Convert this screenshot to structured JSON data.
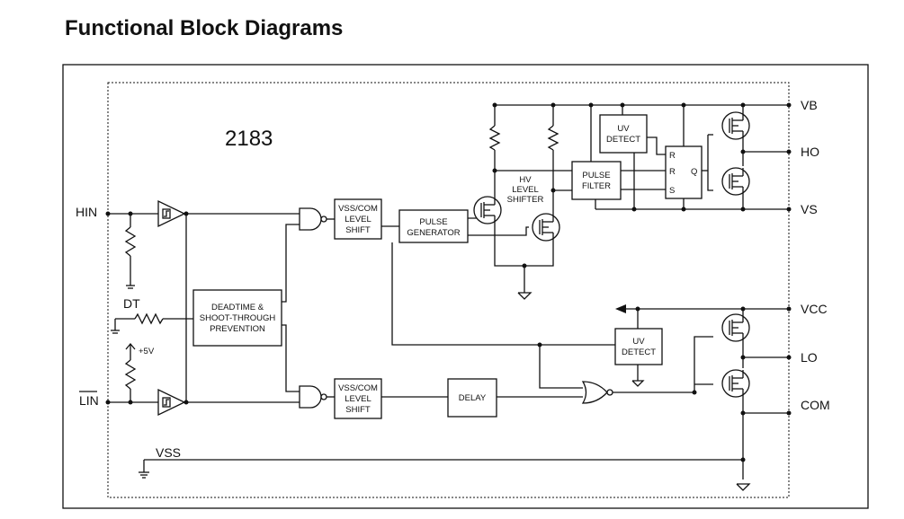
{
  "page": {
    "title": "Functional Block Diagrams"
  },
  "diagram": {
    "part_number": "2183",
    "pins": {
      "hin": "HIN",
      "lin": "LIN",
      "dt": "DT",
      "plus5v": "+5V",
      "vss": "VSS",
      "vb": "VB",
      "ho": "HO",
      "vs": "VS",
      "vcc": "VCC",
      "lo": "LO",
      "com": "COM"
    },
    "blocks": {
      "level_shift_top": [
        "VSS/COM",
        "LEVEL",
        "SHIFT"
      ],
      "level_shift_bottom": [
        "VSS/COM",
        "LEVEL",
        "SHIFT"
      ],
      "pulse_generator": [
        "PULSE",
        "GENERATOR"
      ],
      "hv_level_shifter": [
        "HV",
        "LEVEL",
        "SHIFTER"
      ],
      "pulse_filter": [
        "PULSE",
        "FILTER"
      ],
      "uv_detect_top": [
        "UV",
        "DETECT"
      ],
      "uv_detect_bottom": [
        "UV",
        "DETECT"
      ],
      "deadtime": [
        "DEADTIME &",
        "SHOOT-THROUGH",
        "PREVENTION"
      ],
      "delay": "DELAY",
      "latch": {
        "r1": "R",
        "r2": "R",
        "s": "S",
        "q": "Q"
      }
    }
  }
}
